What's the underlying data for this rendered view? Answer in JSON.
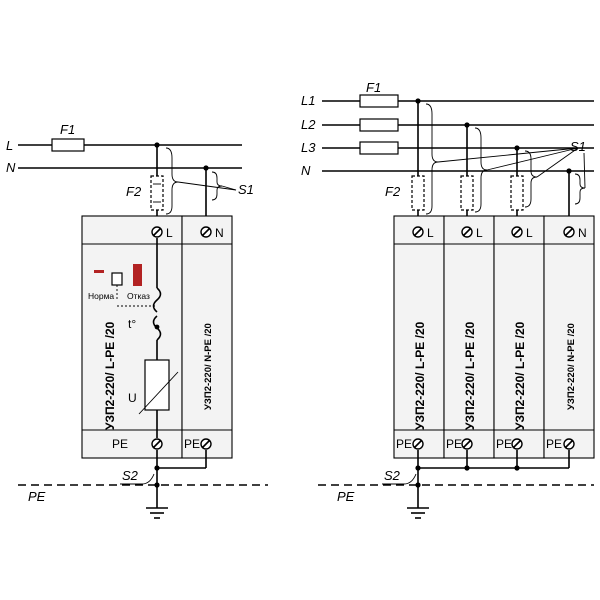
{
  "left": {
    "lines": [
      "L",
      "N"
    ],
    "fuse1": "F1",
    "fuse2": "F2",
    "switch": "S1",
    "terminal_L": "L",
    "terminal_N": "N",
    "terminal_PE": "PE",
    "module_main": "УЗП2-220/ L-PE /20",
    "module_n": "УЗП2-220/ N-PE /20",
    "indicator_normal": "Норма",
    "indicator_fault": "Отказ",
    "thermal": "t°",
    "varistor": "U",
    "ground_switch": "S2",
    "pe_bus": "PE"
  },
  "right": {
    "lines": [
      "L1",
      "L2",
      "L3",
      "N"
    ],
    "fuse1": "F1",
    "fuse2": "F2",
    "switch": "S1",
    "terminal_L": "L",
    "terminal_N": "N",
    "terminal_PE": "PE",
    "module_main": "УЗП2-220/ L-PE /20",
    "module_n": "УЗП2-220/ N-PE /20",
    "ground_switch": "S2",
    "pe_bus": "PE"
  },
  "colors": {
    "line": "#000000",
    "indicator_fault": "#b22222",
    "indicator_normal": "#b22222",
    "module_fill": "#f3f3f3"
  }
}
